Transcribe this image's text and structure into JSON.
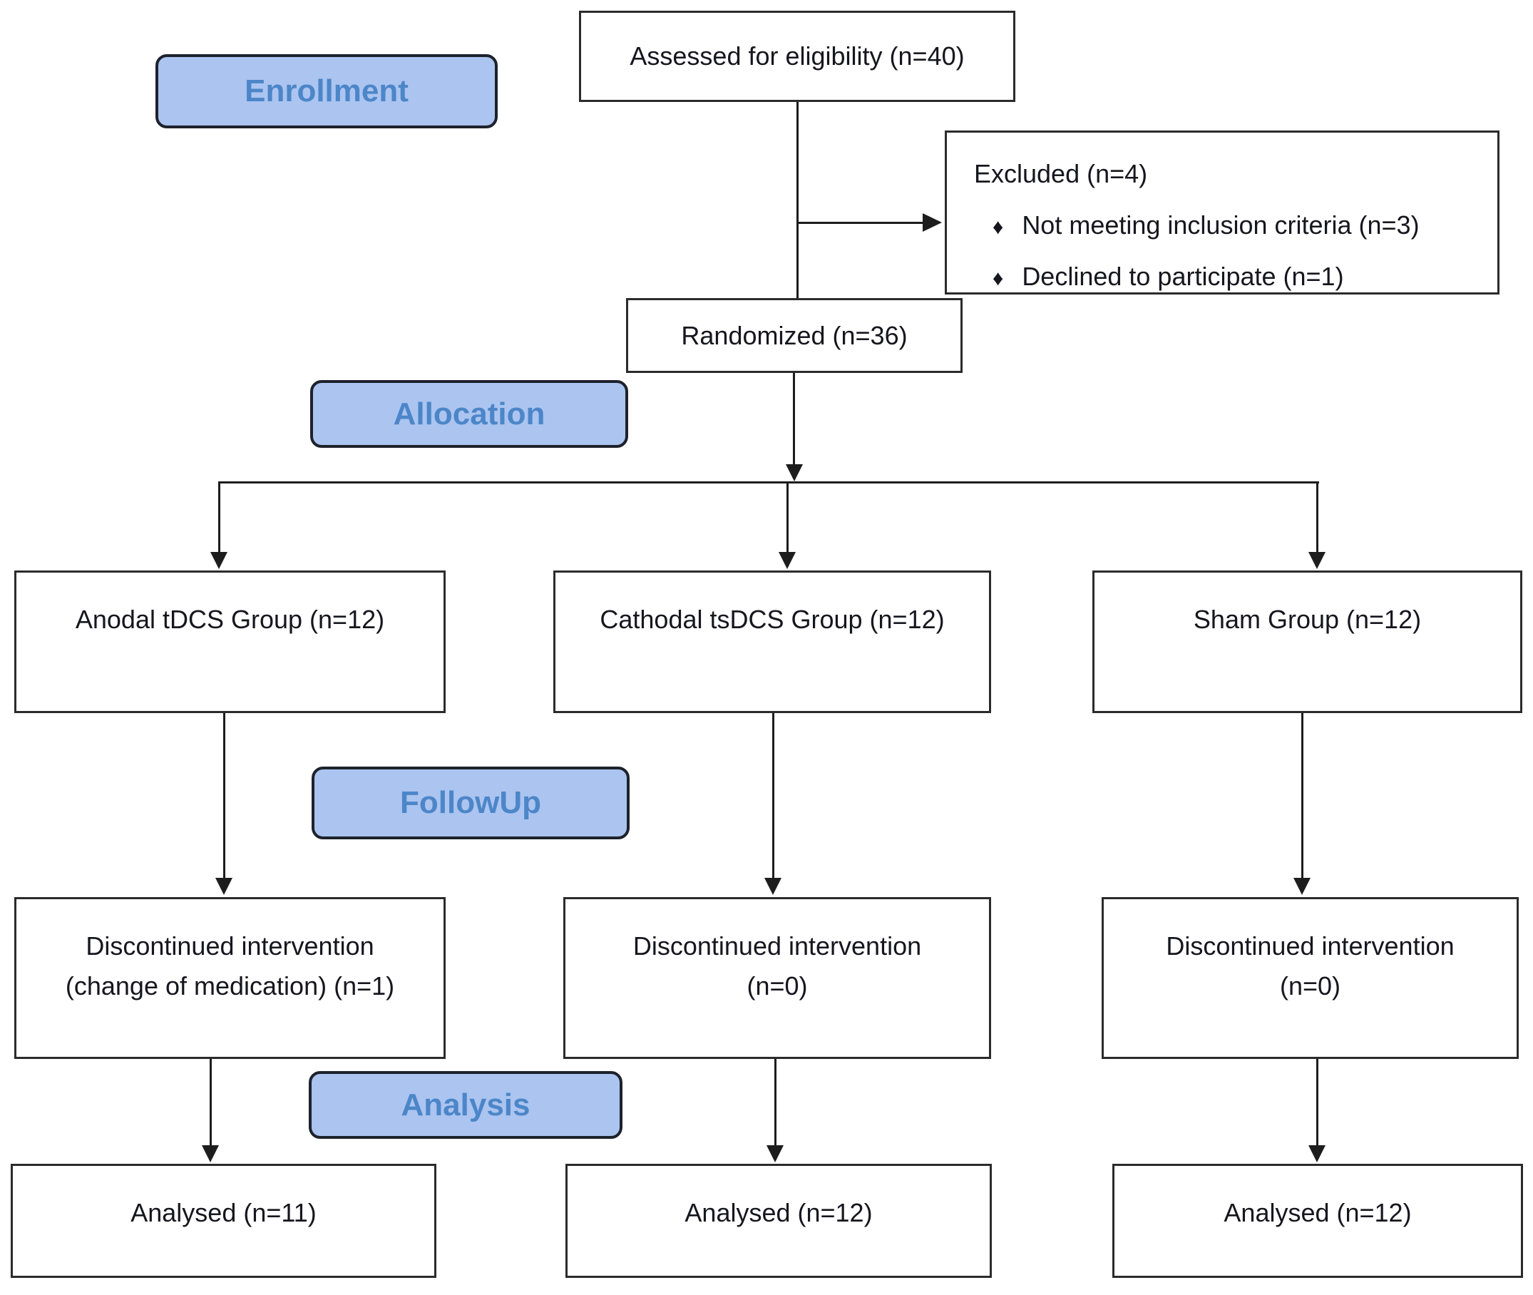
{
  "stages": {
    "enrollment": "Enrollment",
    "allocation": "Allocation",
    "followup": "FollowUp",
    "analysis": "Analysis"
  },
  "enrollment": {
    "assessed": "Assessed for eligibility (n=40)",
    "excluded": {
      "title": "Excluded (n=4)",
      "bullet_glyph": "♦",
      "items": [
        "Not meeting inclusion criteria (n=3)",
        "Declined to participate (n=1)"
      ]
    },
    "randomized": "Randomized (n=36)"
  },
  "groups": [
    {
      "allocation": "Anodal tDCS Group (n=12)",
      "followup_line1": "Discontinued intervention",
      "followup_line2": "(change of medication) (n=1)",
      "analysed": "Analysed (n=11)"
    },
    {
      "allocation": "Cathodal tsDCS Group (n=12)",
      "followup_line1": "Discontinued intervention",
      "followup_line2": "(n=0)",
      "analysed": "Analysed (n=12)"
    },
    {
      "allocation": "Sham Group (n=12)",
      "followup_line1": "Discontinued intervention",
      "followup_line2": "(n=0)",
      "analysed": "Analysed (n=12)"
    }
  ],
  "colors": {
    "stage_fill": "#abc4f0",
    "stage_text": "#4c86c8",
    "stage_border": "#1d222b",
    "box_border": "#2b2b2b",
    "box_text": "#16161e",
    "connector": "#1d1d1d"
  }
}
